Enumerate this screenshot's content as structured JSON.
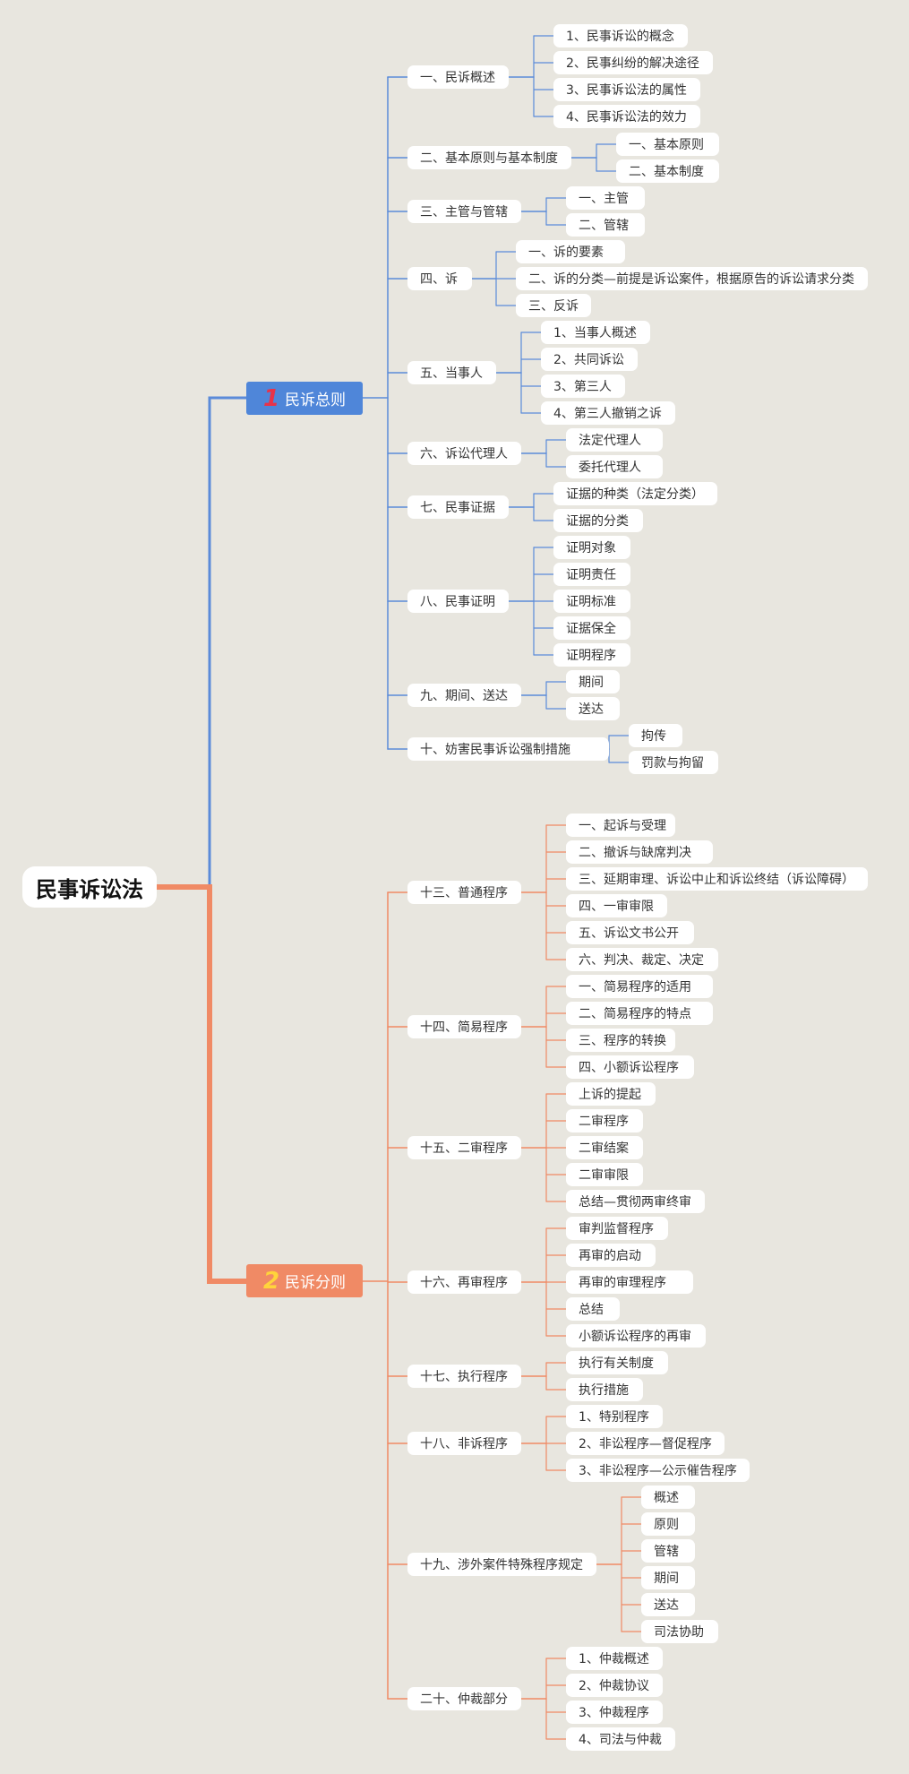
{
  "root": {
    "label": "民事诉讼法"
  },
  "colors": {
    "blue": "#5B8BD9",
    "orange": "#F08A65",
    "num1": "#E8334A",
    "num2": "#FFD43B"
  },
  "branches": [
    {
      "number": "1",
      "label": "民诉总则",
      "color": "blue",
      "sections": [
        {
          "label": "一、民诉概述",
          "children": [
            "1、民事诉讼的概念",
            "2、民事纠纷的解决途径",
            "3、民事诉讼法的属性",
            "4、民事诉讼法的效力"
          ]
        },
        {
          "label": "二、基本原则与基本制度",
          "children": [
            "一、基本原则",
            "二、基本制度"
          ]
        },
        {
          "label": "三、主管与管辖",
          "children": [
            "一、主管",
            "二、管辖"
          ]
        },
        {
          "label": "四、诉",
          "children": [
            "一、诉的要素",
            "二、诉的分类—前提是诉讼案件，根据原告的诉讼请求分类",
            "三、反诉"
          ]
        },
        {
          "label": "五、当事人",
          "children": [
            "1、当事人概述",
            "2、共同诉讼",
            "3、第三人",
            "4、第三人撤销之诉"
          ]
        },
        {
          "label": "六、诉讼代理人",
          "children": [
            "法定代理人",
            "委托代理人"
          ]
        },
        {
          "label": "七、民事证据",
          "children": [
            "证据的种类（法定分类）",
            "证据的分类"
          ]
        },
        {
          "label": "八、民事证明",
          "children": [
            "证明对象",
            "证明责任",
            "证明标准",
            "证据保全",
            "证明程序"
          ]
        },
        {
          "label": "九、期间、送达",
          "children": [
            "期间",
            "送达"
          ]
        },
        {
          "label": "十、妨害民事诉讼强制措施",
          "children": [
            "拘传",
            "罚款与拘留"
          ]
        }
      ]
    },
    {
      "number": "2",
      "label": "民诉分则",
      "color": "orange",
      "sections": [
        {
          "label": "十三、普通程序",
          "children": [
            "一、起诉与受理",
            "二、撤诉与缺席判决",
            "三、延期审理、诉讼中止和诉讼终结（诉讼障碍）",
            "四、一审审限",
            "五、诉讼文书公开",
            "六、判决、裁定、决定"
          ]
        },
        {
          "label": "十四、简易程序",
          "children": [
            "一、简易程序的适用",
            "二、简易程序的特点",
            "三、程序的转换",
            "四、小额诉讼程序"
          ]
        },
        {
          "label": "十五、二审程序",
          "children": [
            "上诉的提起",
            "二审程序",
            "二审结案",
            "二审审限",
            "总结—贯彻两审终审"
          ]
        },
        {
          "label": "十六、再审程序",
          "children": [
            "审判监督程序",
            "再审的启动",
            "再审的审理程序",
            "总结",
            "小额诉讼程序的再审"
          ]
        },
        {
          "label": "十七、执行程序",
          "children": [
            "执行有关制度",
            "执行措施"
          ]
        },
        {
          "label": "十八、非诉程序",
          "children": [
            "1、特别程序",
            "2、非讼程序—督促程序",
            "3、非讼程序—公示催告程序"
          ]
        },
        {
          "label": "十九、涉外案件特殊程序规定",
          "children": [
            "概述",
            "原则",
            "管辖",
            "期间",
            "送达",
            "司法协助"
          ]
        },
        {
          "label": "二十、仲裁部分",
          "children": [
            "1、仲裁概述",
            "2、仲裁协议",
            "3、仲裁程序",
            "4、司法与仲裁"
          ]
        }
      ]
    }
  ]
}
